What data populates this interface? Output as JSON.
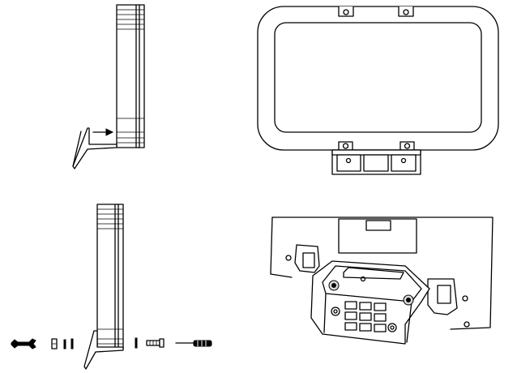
{
  "figure": {
    "panels": [
      {
        "id": "side-view-insert"
      },
      {
        "id": "front-view-frame"
      },
      {
        "id": "side-view-hardware"
      },
      {
        "id": "mount-bracket-3d"
      }
    ],
    "hardware_items": [
      "wrench",
      "washer",
      "pin",
      "pin",
      "pin",
      "bolt",
      "screwdriver"
    ],
    "colors": {
      "stroke": "#000000",
      "background": "#ffffff",
      "shade": "#d8d8d8"
    }
  }
}
